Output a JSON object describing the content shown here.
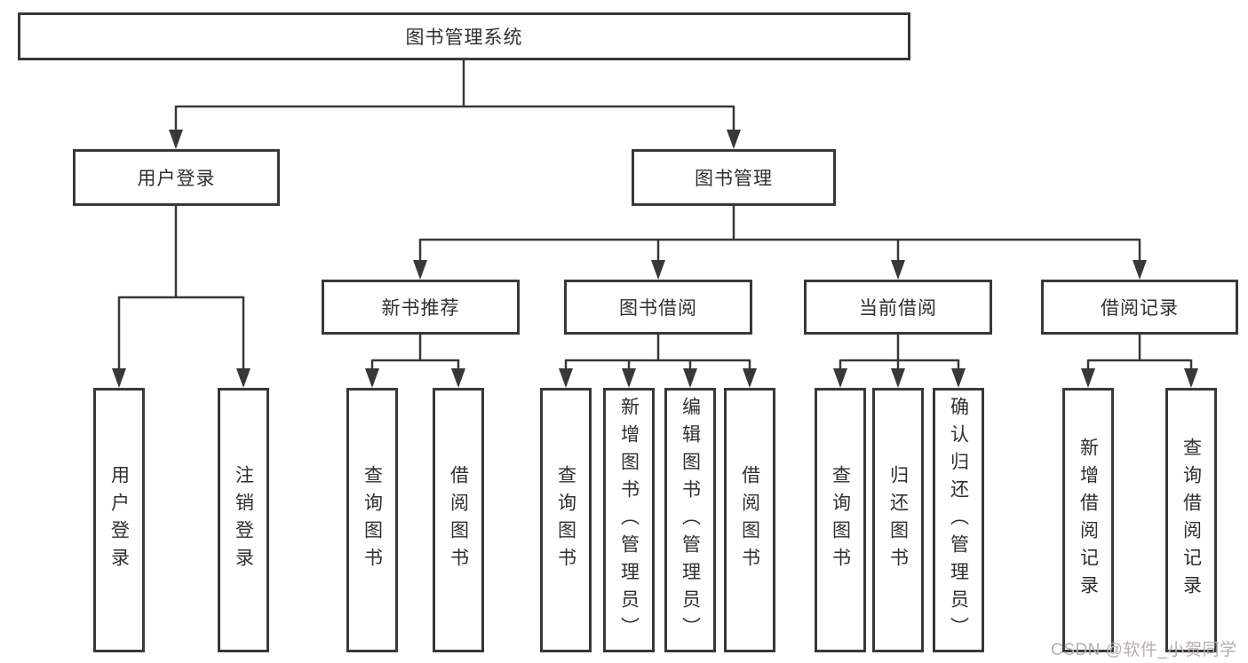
{
  "diagram": {
    "root": {
      "label": "图书管理系统"
    },
    "level1": [
      {
        "id": "user-login",
        "label": "用户登录"
      },
      {
        "id": "book-management",
        "label": "图书管理"
      }
    ],
    "level2": [
      {
        "id": "new-book-recommend",
        "label": "新书推荐"
      },
      {
        "id": "book-borrow",
        "label": "图书借阅"
      },
      {
        "id": "current-borrow",
        "label": "当前借阅"
      },
      {
        "id": "borrow-records",
        "label": "借阅记录"
      }
    ],
    "leaves": [
      {
        "label": "用户登录"
      },
      {
        "label": "注销登录"
      },
      {
        "label": "查询图书"
      },
      {
        "label": "借阅图书"
      },
      {
        "label": "查询图书"
      },
      {
        "label": "新增图书（管理员）"
      },
      {
        "label": "编辑图书（管理员）"
      },
      {
        "label": "借阅图书"
      },
      {
        "label": "查询图书"
      },
      {
        "label": "归还图书"
      },
      {
        "label": "确认归还（管理员）"
      },
      {
        "label": "新增借阅记录"
      },
      {
        "label": "查询借阅记录"
      }
    ]
  },
  "watermark": "CSDN @软件_小贺同学",
  "colors": {
    "line": "#383838",
    "text": "#2f2f2f",
    "watermark": "#b5aeae",
    "background": "#ffffff"
  }
}
